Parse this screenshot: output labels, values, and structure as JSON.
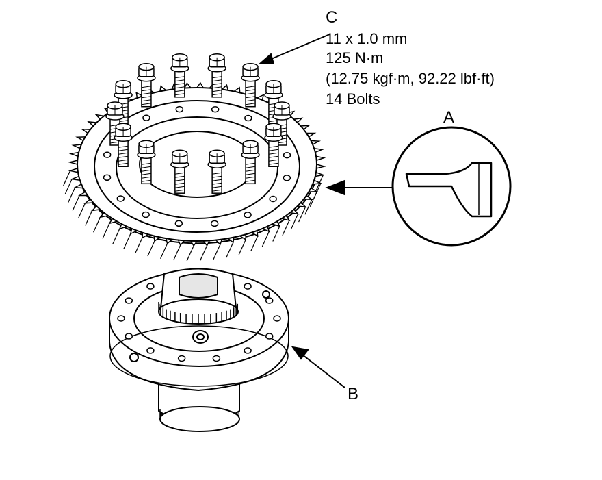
{
  "callouts": {
    "a": "A",
    "b": "B",
    "c": "C"
  },
  "bolt_spec": {
    "size": "11 x 1.0 mm",
    "torque_nm": "125 N·m",
    "torque_alt": "(12.75 kgf·m, 92.22 lbf·ft)",
    "count": "14 Bolts"
  },
  "bolt_count": 14,
  "colors": {
    "line": "#000000",
    "fill": "#ffffff",
    "shade": "#e6e6e6"
  }
}
